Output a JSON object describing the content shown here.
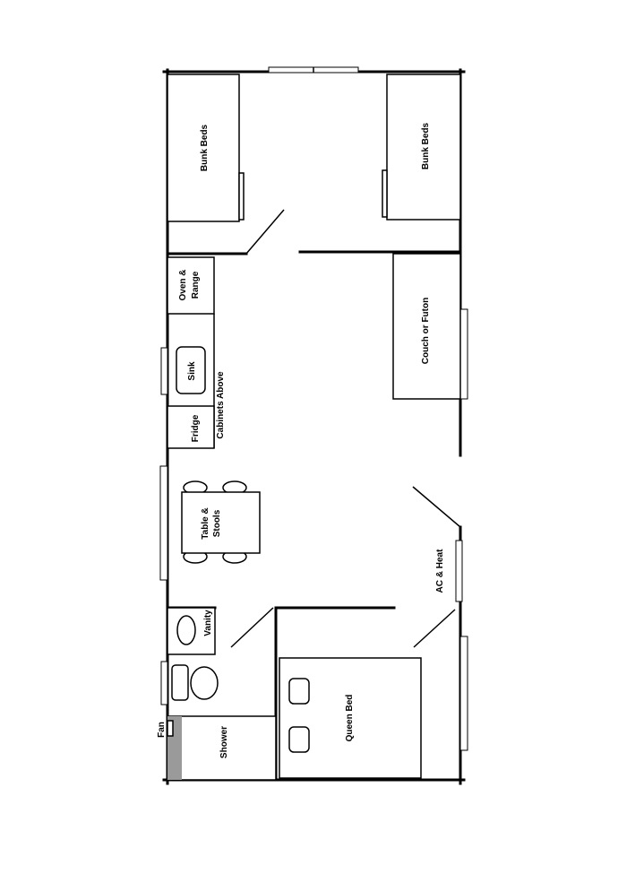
{
  "labels": {
    "bunk_beds_left": "Bunk Beds",
    "bunk_beds_right": "Bunk Beds",
    "oven_range": [
      "Oven &",
      "Range"
    ],
    "sink": "Sink",
    "cabinets_above": "Cabinets Above",
    "fridge": "Fridge",
    "couch": "Couch or Futon",
    "table": [
      "Table &",
      "Stools"
    ],
    "ac_heat": "AC & Heat",
    "vanity": "Vanity",
    "shower": "Shower",
    "fan": "Fan",
    "queen_bed": "Queen Bed"
  }
}
